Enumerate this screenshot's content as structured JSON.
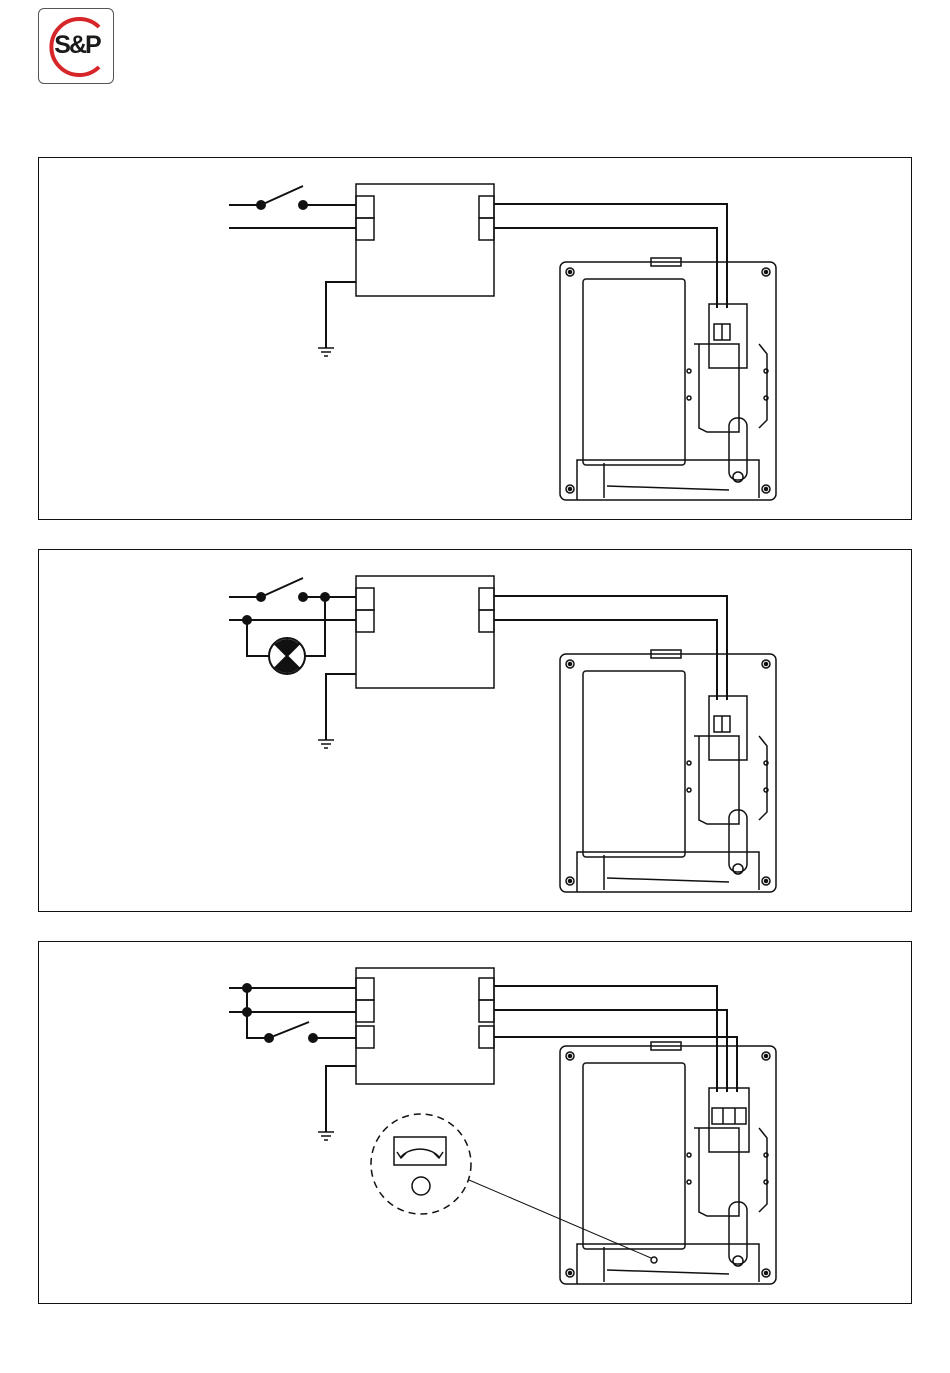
{
  "logo": {
    "text": "S&P",
    "accent_color": "#d7262a"
  },
  "diagrams": [
    {
      "id": "single-switch",
      "terminals": 2,
      "switch": true,
      "indicator_lamp": false,
      "dial": false
    },
    {
      "id": "switch-with-lamp",
      "terminals": 2,
      "switch": true,
      "indicator_lamp": true,
      "dial": false
    },
    {
      "id": "dual-line-with-switch-and-timer",
      "terminals": 3,
      "switch": true,
      "indicator_lamp": false,
      "dial": true
    }
  ]
}
